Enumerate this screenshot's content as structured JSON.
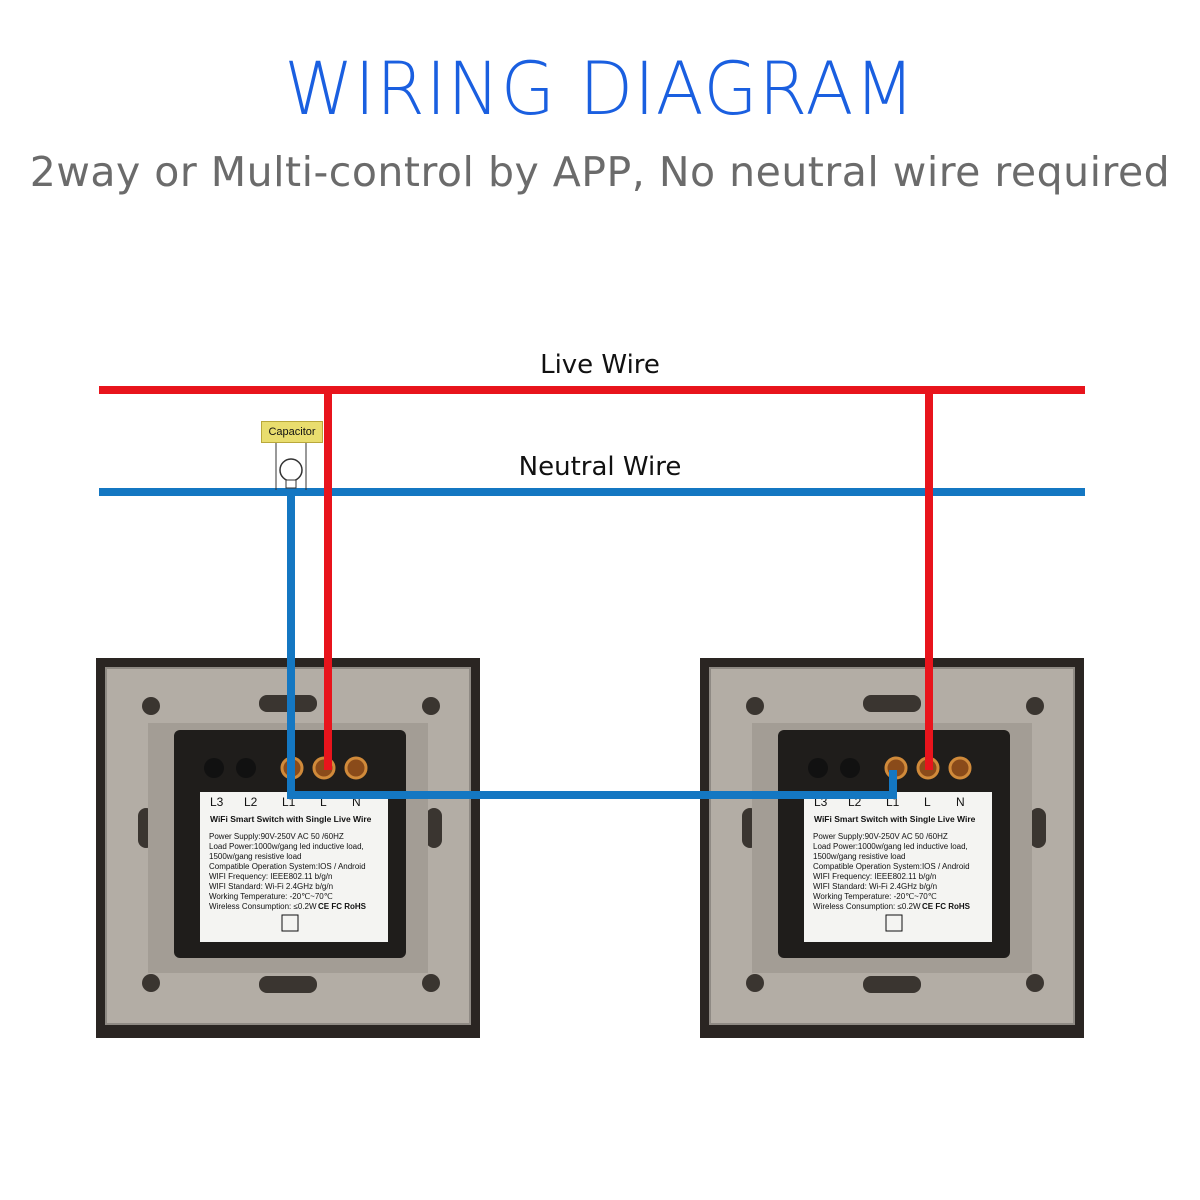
{
  "title": "WIRING DIAGRAM",
  "subtitle": "2way or Multi-control by APP, No neutral wire required",
  "wires": {
    "live_label": "Live Wire",
    "neutral_label": "Neutral Wire",
    "live_color": "#e8141c",
    "neutral_color": "#1477c2"
  },
  "capacitor_label": "Capacitor",
  "switches": [
    {
      "terminals": [
        "L3",
        "L2",
        "L1",
        "L",
        "N"
      ],
      "product_title": "WiFi Smart Switch with Single Live Wire",
      "specs": [
        "Power Supply:90V-250V AC  50 /60HZ",
        "Load Power:1000w/gang led inductive load,",
        "1500w/gang resistive load",
        "Compatible Operation System:IOS / Android",
        "WIFI Frequency: IEEE802.11 b/g/n",
        "WIFI Standard: Wi-Fi 2.4GHz b/g/n",
        "Working Temperature: -20℃~70℃",
        "Wireless Consumption: ≤0.2W"
      ],
      "cert_marks": "CE FC RoHS"
    },
    {
      "terminals": [
        "L3",
        "L2",
        "L1",
        "L",
        "N"
      ],
      "product_title": "WiFi Smart Switch with Single Live Wire",
      "specs": [
        "Power Supply:90V-250V AC  50 /60HZ",
        "Load Power:1000w/gang led inductive load,",
        "1500w/gang resistive load",
        "Compatible Operation System:IOS / Android",
        "WIFI Frequency: IEEE802.11 b/g/n",
        "WIFI Standard: Wi-Fi 2.4GHz b/g/n",
        "Working Temperature: -20℃~70℃",
        "Wireless Consumption: ≤0.2W"
      ],
      "cert_marks": "CE FC RoHS"
    }
  ]
}
